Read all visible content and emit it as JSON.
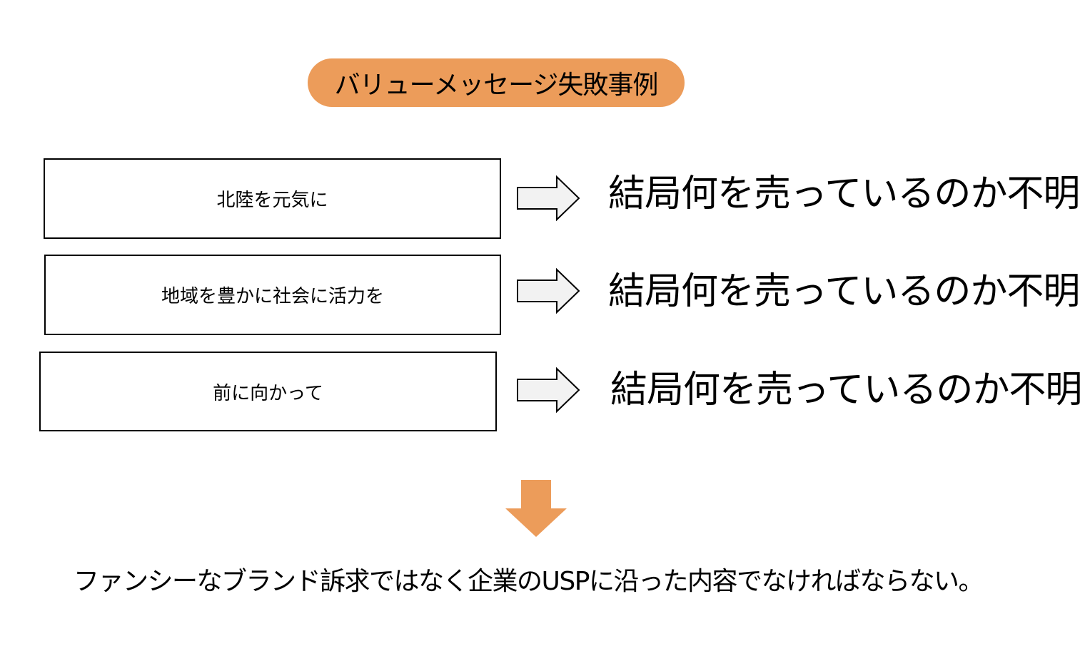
{
  "title": "バリューメッセージ失敗事例",
  "accent_color": "#EC9C5A",
  "rows": [
    {
      "message": "北陸を元気に",
      "verdict": "結局何を売っているのか不明"
    },
    {
      "message": "地域を豊かに社会に活力を",
      "verdict": "結局何を売っているのか不明"
    },
    {
      "message": "前に向かって",
      "verdict": "結局何を売っているのか不明"
    }
  ],
  "arrow_icon": "right-block-arrow-icon",
  "down_arrow_icon": "down-arrow-icon",
  "conclusion": "ファンシーなブランド訴求ではなく企業のUSPに沿った内容でなければならない。"
}
